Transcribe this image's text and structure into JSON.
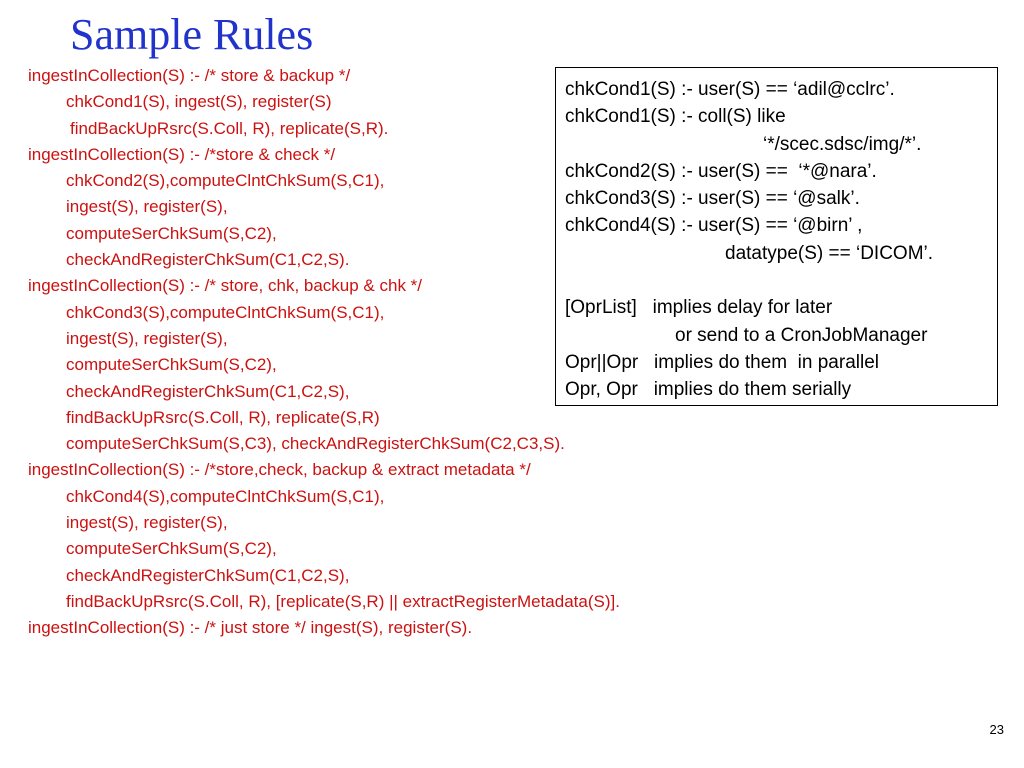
{
  "slide": {
    "title": "Sample Rules",
    "page_number": "23"
  },
  "rules": [
    {
      "text": "ingestInCollection(S) :- /* store & backup */",
      "indent": 0
    },
    {
      "text": "chkCond1(S), ingest(S), register(S)",
      "indent": 1
    },
    {
      "text": "findBackUpRsrc(S.Coll, R), replicate(S,R).",
      "indent": 2
    },
    {
      "text": "ingestInCollection(S) :- /*store & check */",
      "indent": 0
    },
    {
      "text": "chkCond2(S),computeClntChkSum(S,C1),",
      "indent": 1
    },
    {
      "text": "ingest(S), register(S),",
      "indent": 1
    },
    {
      "text": "computeSerChkSum(S,C2),",
      "indent": 1
    },
    {
      "text": "checkAndRegisterChkSum(C1,C2,S).",
      "indent": 1
    },
    {
      "text": "ingestInCollection(S) :- /* store, chk, backup & chk */",
      "indent": 0
    },
    {
      "text": "chkCond3(S),computeClntChkSum(S,C1),",
      "indent": 1
    },
    {
      "text": "ingest(S), register(S),",
      "indent": 1
    },
    {
      "text": "computeSerChkSum(S,C2),",
      "indent": 1
    },
    {
      "text": "checkAndRegisterChkSum(C1,C2,S),",
      "indent": 1
    },
    {
      "text": "findBackUpRsrc(S.Coll, R), replicate(S,R)",
      "indent": 1
    },
    {
      "text": "computeSerChkSum(S,C3), checkAndRegisterChkSum(C2,C3,S).",
      "indent": 1
    },
    {
      "text": "ingestInCollection(S) :- /*store,check, backup & extract metadata */",
      "indent": 0
    },
    {
      "text": "chkCond4(S),computeClntChkSum(S,C1),",
      "indent": 1
    },
    {
      "text": "ingest(S), register(S),",
      "indent": 1
    },
    {
      "text": "computeSerChkSum(S,C2),",
      "indent": 1
    },
    {
      "text": "checkAndRegisterChkSum(C1,C2,S),",
      "indent": 1
    },
    {
      "text": "findBackUpRsrc(S.Coll, R), [replicate(S,R) || extractRegisterMetadata(S)].",
      "indent": 1
    },
    {
      "text": "ingestInCollection(S) :-  /* just store */  ingest(S), register(S).",
      "indent": 0
    }
  ],
  "conditions_box": {
    "lines": [
      {
        "text": "chkCond1(S) :- user(S) == ‘adil@cclrc’.",
        "indent": "none"
      },
      {
        "text": "chkCond1(S) :- coll(S) like",
        "indent": "none"
      },
      {
        "text": "‘*/scec.sdsc/img/*’.",
        "indent": "a"
      },
      {
        "text": "chkCond2(S) :- user(S) ==  ‘*@nara’.",
        "indent": "none"
      },
      {
        "text": "chkCond3(S) :- user(S) == ‘@salk’.",
        "indent": "none"
      },
      {
        "text": "chkCond4(S) :- user(S) == ‘@birn’ ,",
        "indent": "none"
      },
      {
        "text": "datatype(S) == ‘DICOM’.",
        "indent": "b"
      },
      {
        "text": "",
        "indent": "blank"
      },
      {
        "text": "[OprList]   implies delay for later",
        "indent": "none"
      },
      {
        "text": "or send to a CronJobManager",
        "indent": "c"
      },
      {
        "text": "Opr||Opr   implies do them  in parallel",
        "indent": "none"
      },
      {
        "text": "Opr, Opr   implies do them serially",
        "indent": "none"
      }
    ]
  },
  "colors": {
    "title": "#2233cc",
    "rules_text": "#cc1111",
    "box_text": "#000000",
    "box_border": "#000000"
  }
}
